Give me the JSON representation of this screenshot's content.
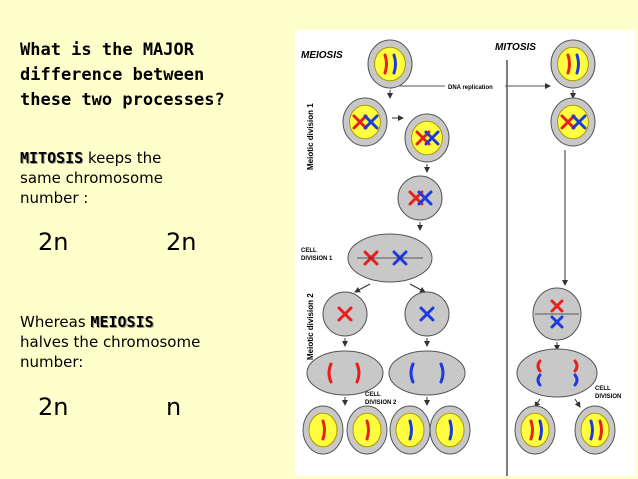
{
  "question": {
    "line1": "What is the MAJOR",
    "line2": "difference between",
    "line3": "these two processes?"
  },
  "mitosis_text": {
    "word": "MITOSIS",
    "rest": " keeps the",
    "line2": "same chromosome",
    "line3": "number :"
  },
  "mitosis_ratio": {
    "from": "2n",
    "to": "2n",
    "arrow": ""
  },
  "meiosis_text": {
    "prefix": "Whereas ",
    "word": "MEIOSIS",
    "line2": "halves the chromosome",
    "line3": "number:"
  },
  "meiosis_ratio": {
    "from": "2n",
    "to": "n",
    "arrow": ""
  },
  "diagram": {
    "meiosis_title": "MEIOSIS",
    "mitosis_title": "MITOSIS",
    "dna_replication": "DNA replication",
    "meiotic_division_1": "Meiotic division 1",
    "meiotic_division_2": "Meiotic division 2",
    "cell_division_1_a": "CELL",
    "cell_division_1_b": "DIVISION 1",
    "cell_division_2_a": "CELL",
    "cell_division_2_b": "DIVISION 2",
    "cell_division_m_a": "CELL",
    "cell_division_m_b": "DIVISION",
    "colors": {
      "red": "#e8201c",
      "blue": "#1c3ae0",
      "cell": "#c8c8c8",
      "nucleus": "#ffff40"
    }
  }
}
